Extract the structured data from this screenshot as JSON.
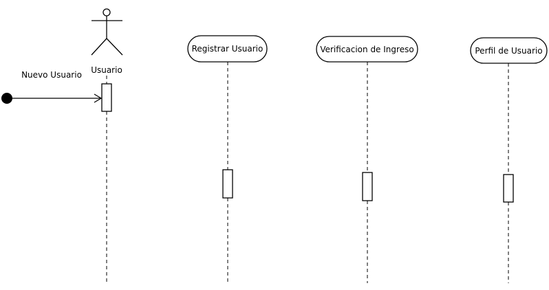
{
  "diagram": {
    "actor": {
      "label": "Usuario"
    },
    "initial_message": {
      "label": "Nuevo Usuario"
    },
    "lifelines": [
      {
        "label": "Registrar Usuario"
      },
      {
        "label": "Verificacion de Ingreso"
      },
      {
        "label": "Perfil de Usuario"
      }
    ]
  }
}
